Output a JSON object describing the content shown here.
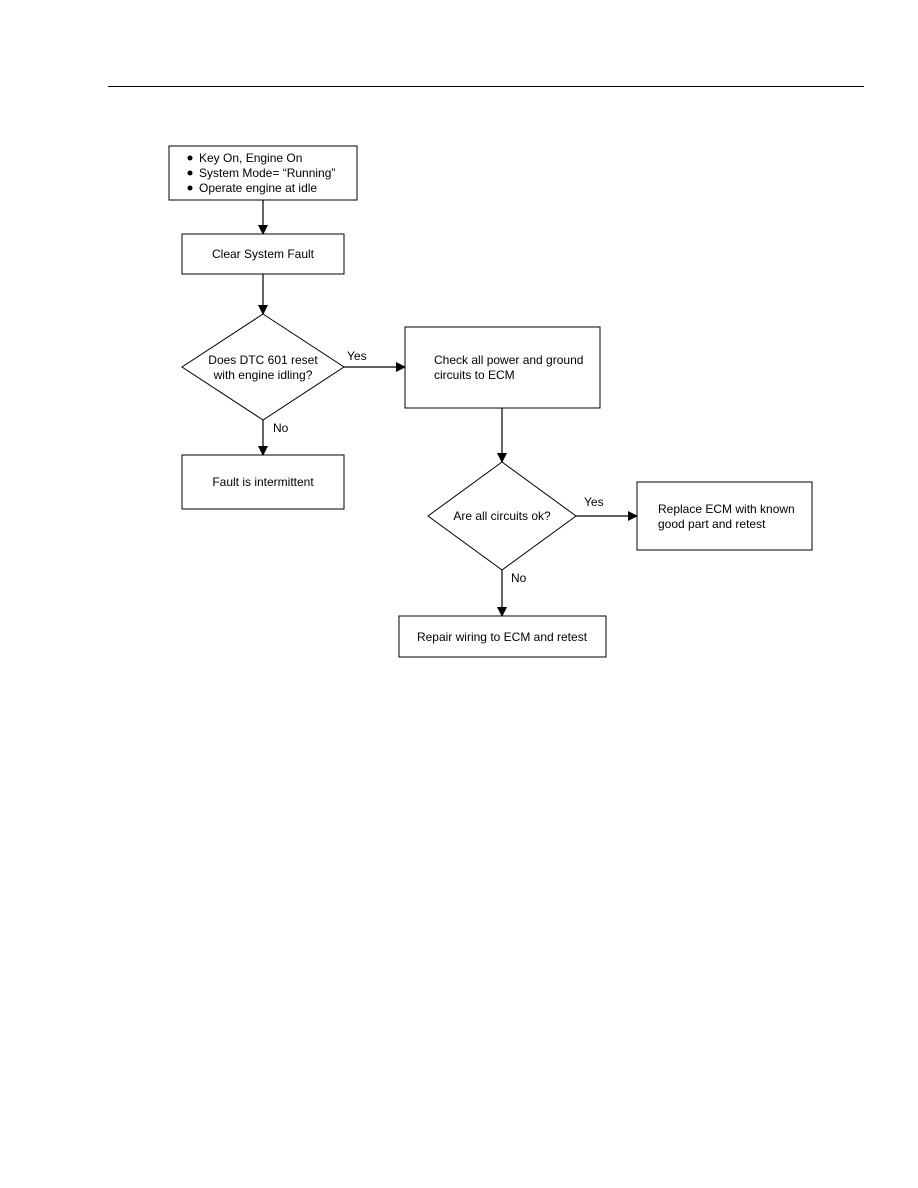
{
  "flowchart": {
    "start": {
      "bullets": [
        "Key On, Engine On",
        "System Mode= “Running”",
        "Operate engine at idle"
      ]
    },
    "clear_fault": {
      "label": "Clear System Fault"
    },
    "decision_dtc": {
      "lines": [
        "Does DTC 601 reset",
        "with engine idling?"
      ]
    },
    "check_power": {
      "lines": [
        "Check all power and ground",
        "circuits to ECM"
      ]
    },
    "intermittent": {
      "label": "Fault is intermittent"
    },
    "decision_circuits": {
      "label": "Are all circuits ok?"
    },
    "replace_ecm": {
      "lines": [
        "Replace ECM with known",
        "good part and retest"
      ]
    },
    "repair_wiring": {
      "label": "Repair wiring to ECM and retest"
    },
    "edge_labels": {
      "dtc_yes": "Yes",
      "dtc_no": "No",
      "circuits_yes": "Yes",
      "circuits_no": "No"
    }
  }
}
